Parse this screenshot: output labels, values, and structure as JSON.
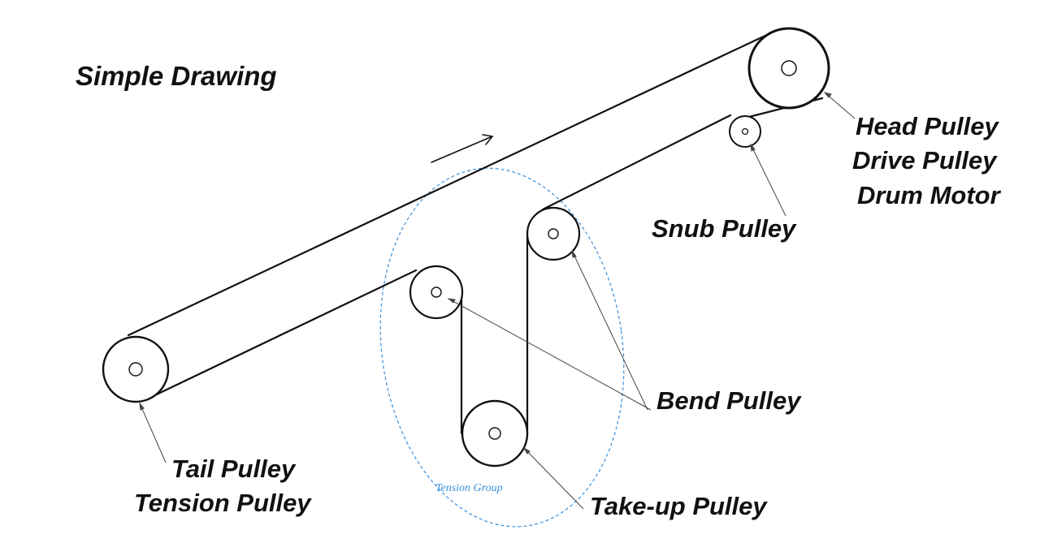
{
  "title": "Simple Drawing",
  "labels": {
    "head": "Head Pulley",
    "drive": "Drive Pulley",
    "drum": "Drum Motor",
    "snub": "Snub Pulley",
    "bend": "Bend Pulley",
    "tail": "Tail Pulley",
    "tension": "Tension Pulley",
    "takeup": "Take-up Pulley",
    "group": "Tension Group"
  },
  "colors": {
    "line": "#111111",
    "leader": "#444444",
    "group_outline": "#3a8edb"
  }
}
